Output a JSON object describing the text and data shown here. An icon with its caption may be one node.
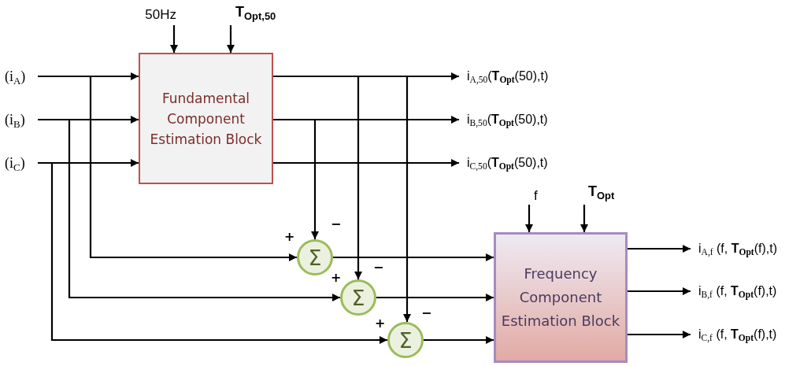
{
  "diagram": {
    "nodes": [
      {
        "text": [
          "(i$_{A}$)"
        ]
      },
      {
        "text": [
          "(i$_{B}$)"
        ]
      },
      {
        "text": [
          "(i$_{C}$)"
        ]
      },
      {
        "text": [
          "50Hz"
        ]
      },
      {
        "text": [
          "T$_{Opt,50}$"
        ]
      },
      {
        "text": [
          "Fundamental Component Estimation Block"
        ]
      },
      {
        "text": [
          "i$_{A,50}$(**T**$_{Opt}$(50),t)"
        ]
      },
      {
        "text": [
          "i$_{B,50}$(**T**$_{Opt}$(50),t)"
        ]
      },
      {
        "text": [
          "i$_{C,50}$(**T**$_{Opt}$(50),t)"
        ]
      },
      {
        "text": [
          "Σ"
        ]
      },
      {
        "text": [
          "Σ"
        ]
      },
      {
        "text": [
          "Σ"
        ]
      },
      {
        "text": [
          "f"
        ]
      },
      {
        "text": [
          "T$_{Opt}$"
        ]
      },
      {
        "text": [
          "Frequency Component Estimation Block"
        ]
      },
      {
        "text": [
          "i$_{A,f}$ (f, **T**$_{Opt}$(f),t)"
        ]
      },
      {
        "text": [
          "i$_{B,f}$ (f, **T**$_{Opt}$(f),t)"
        ]
      },
      {
        "text": [
          "i$_{C,f}$ (f, **T**$_{Opt}$(f),t)"
        ]
      }
    ],
    "edges": [
      {
        "from": 0,
        "to": 5,
        "arrow": "to"
      },
      {
        "from": 1,
        "to": 5,
        "arrow": "to"
      },
      {
        "from": 2,
        "to": 5,
        "arrow": "to"
      },
      {
        "from": 3,
        "to": 5,
        "arrow": "to"
      },
      {
        "from": 4,
        "to": 5,
        "arrow": "to"
      },
      {
        "from": 5,
        "to": 6,
        "arrow": "to"
      },
      {
        "from": 5,
        "to": 7,
        "arrow": "to"
      },
      {
        "from": 5,
        "to": 8,
        "arrow": "to"
      },
      {
        "from": 0,
        "to": 9,
        "arrow": "to"
      },
      {
        "from": 1,
        "to": 10,
        "arrow": "to"
      },
      {
        "from": 2,
        "to": 11,
        "arrow": "to"
      },
      {
        "from": 5,
        "to": 9,
        "arrow": "to"
      },
      {
        "from": 5,
        "to": 10,
        "arrow": "to"
      },
      {
        "from": 5,
        "to": 11,
        "arrow": "to"
      },
      {
        "from": 9,
        "to": 14,
        "arrow": "to"
      },
      {
        "from": 10,
        "to": 14,
        "arrow": "to"
      },
      {
        "from": 11,
        "to": 14,
        "arrow": "to"
      },
      {
        "from": 12,
        "to": 14,
        "arrow": "to"
      },
      {
        "from": 13,
        "to": 14,
        "arrow": "to"
      },
      {
        "from": 14,
        "to": 15,
        "arrow": "to"
      },
      {
        "from": 14,
        "to": 16,
        "arrow": "to"
      },
      {
        "from": 14,
        "to": 17,
        "arrow": "to"
      }
    ],
    "labels": [
      "−",
      "+",
      "−",
      "+",
      "−",
      "+"
    ]
  }
}
